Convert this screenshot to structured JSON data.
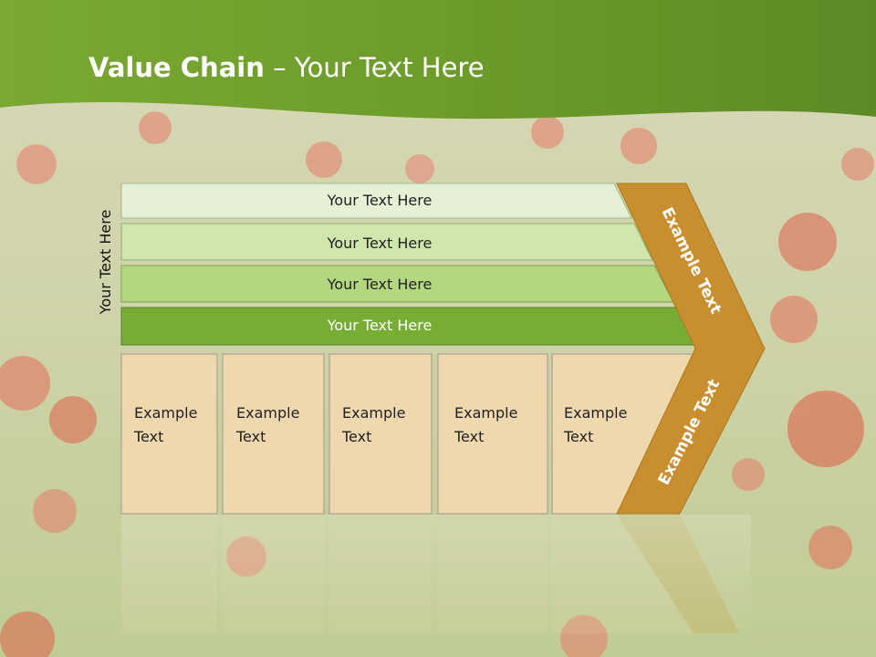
{
  "slide": {
    "title_bold": "Value Chain",
    "title_rest": " – Your Text Here",
    "side_label": "Your Text Here"
  },
  "bars": [
    {
      "label": "Your Text Here"
    },
    {
      "label": "Your Text Here"
    },
    {
      "label": "Your Text Here"
    },
    {
      "label": "Your Text Here"
    }
  ],
  "boxes": [
    {
      "line1": "Example",
      "line2": "Text"
    },
    {
      "line1": "Example",
      "line2": "Text"
    },
    {
      "line1": "Example",
      "line2": "Text"
    },
    {
      "line1": "Example",
      "line2": "Text"
    },
    {
      "line1": "Example",
      "line2": "Text"
    }
  ],
  "chevron": {
    "upper_label": "Example Text",
    "lower_label": "Example Text"
  },
  "colors": {
    "header_green": "#6f9a2c",
    "bar_1": "#e6f0d6",
    "bar_2": "#cfe6ad",
    "bar_3": "#b3d77f",
    "bar_4": "#77ad35",
    "box_fill": "#efd7ae",
    "chevron_fill": "#c98f2f"
  }
}
